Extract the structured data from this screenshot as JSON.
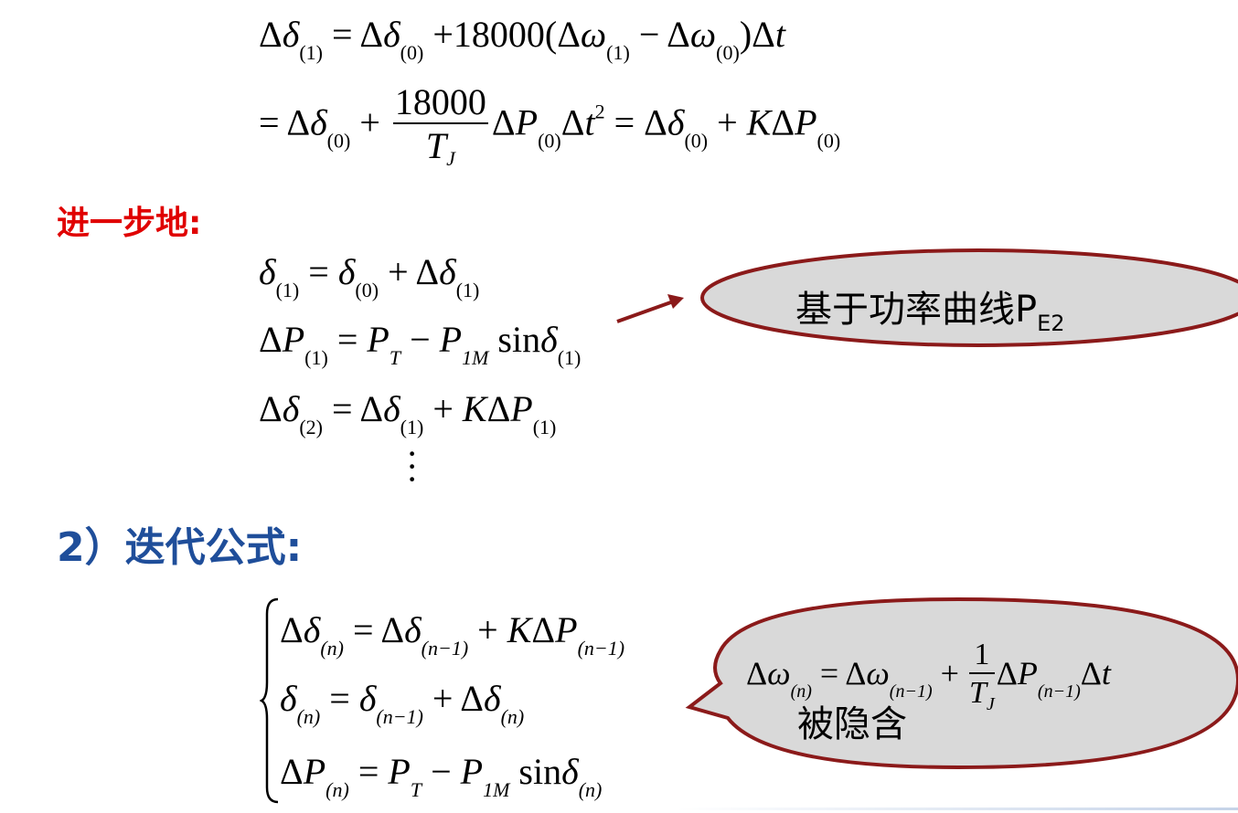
{
  "section1": {
    "heading": "进一步地:"
  },
  "section2": {
    "heading": "2）迭代公式:"
  },
  "callout1": {
    "text": "基于功率曲线P",
    "subscript": "E2"
  },
  "callout2": {
    "note": "被隐含"
  },
  "colors": {
    "red_heading": "#e00000",
    "blue_heading": "#1f4e9a",
    "bubble_fill": "#d9d9d9",
    "bubble_stroke": "#8b1a1a",
    "arrow": "#8b1a1a"
  }
}
